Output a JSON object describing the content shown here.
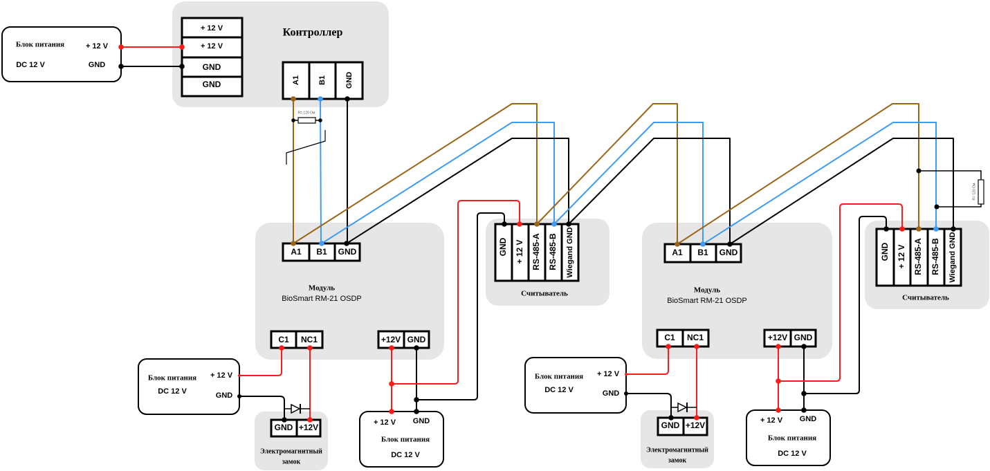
{
  "wire_colors": {
    "red": "#ff1a1a",
    "brown": "#9b6518",
    "blue": "#3d9cf5",
    "black": "#000000"
  },
  "controller": {
    "title": "Контроллер",
    "power_terminals": [
      "+ 12 V",
      "+ 12 V",
      "GND",
      "GND"
    ],
    "bus_terminals": [
      "A1",
      "B1",
      "GND"
    ]
  },
  "psu_main": {
    "title": "Блок питания",
    "subtitle": "DC 12 V",
    "plus": "+ 12 V",
    "gnd": "GND"
  },
  "resistors": [
    {
      "label": "R= 120 Ом"
    },
    {
      "label": "R= 120 Ом"
    }
  ],
  "modules": [
    {
      "title": "Модуль",
      "model": "BioSmart RM-21 OSDP",
      "bus_terminals": [
        "A1",
        "B1",
        "GND"
      ],
      "relay_terminals": [
        "C1",
        "NC1"
      ],
      "power_terminals": [
        "+12V",
        "GND"
      ]
    },
    {
      "title": "Модуль",
      "model": "BioSmart RM-21 OSDP",
      "bus_terminals": [
        "A1",
        "B1",
        "GND"
      ],
      "relay_terminals": [
        "C1",
        "NC1"
      ],
      "power_terminals": [
        "+12V",
        "GND"
      ]
    }
  ],
  "readers": [
    {
      "title": "Считыватель",
      "terminals": [
        "GND",
        "+ 12 V",
        "RS-485-A",
        "RS-485-B",
        "Wiegand GND"
      ]
    },
    {
      "title": "Считыватель",
      "terminals": [
        "GND",
        "+ 12 V",
        "RS-485-A",
        "RS-485-B",
        "Wiegand GND"
      ]
    }
  ],
  "lock_psus": [
    {
      "title": "Блок питания",
      "subtitle": "DC 12 V",
      "plus": "+ 12 V",
      "gnd": "GND"
    },
    {
      "title": "Блок питания",
      "subtitle": "DC 12 V",
      "plus": "+ 12 V",
      "gnd": "GND"
    }
  ],
  "module_psus": [
    {
      "title": "Блок питания",
      "subtitle": "DC 12 V",
      "plus": "+ 12 V",
      "gnd": "GND"
    },
    {
      "title": "Блок питания",
      "subtitle": "DC 12 V",
      "plus": "+ 12 V",
      "gnd": "GND"
    }
  ],
  "locks": [
    {
      "title_line1": "Электромагнитный",
      "title_line2": "замок",
      "terminals": [
        "GND",
        "+12V"
      ]
    },
    {
      "title_line1": "Электромагнитный",
      "title_line2": "замок",
      "terminals": [
        "GND",
        "+12V"
      ]
    }
  ]
}
